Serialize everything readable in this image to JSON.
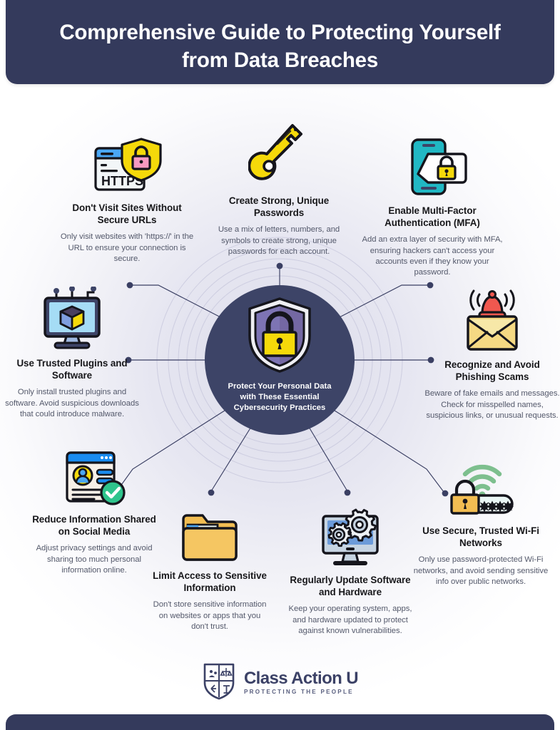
{
  "header": {
    "title": "Comprehensive Guide to Protecting Yourself from Data Breaches"
  },
  "center": {
    "text": "Protect Your Personal Data with These Essential Cybersecurity Practices",
    "icon": "shield-lock-icon"
  },
  "items": [
    {
      "id": "https",
      "icon": "https-browser-shield-icon",
      "title": "Don't Visit Sites Without Secure URLs",
      "description": "Only visit websites with 'https://' in the URL to ensure your connection is secure."
    },
    {
      "id": "passwords",
      "icon": "key-icon",
      "title": "Create Strong, Unique Passwords",
      "description": "Use a mix of letters, numbers, and symbols to create strong, unique passwords for each account."
    },
    {
      "id": "mfa",
      "icon": "phone-lock-message-icon",
      "title": "Enable Multi-Factor Authentication (MFA)",
      "description": "Add an extra layer of security with MFA, ensuring hackers can't access your accounts even if they know your password."
    },
    {
      "id": "plugins",
      "icon": "monitor-cube-icon",
      "title": "Use Trusted Plugins and Software",
      "description": "Only install trusted plugins and software. Avoid suspicious downloads that could introduce malware."
    },
    {
      "id": "phishing",
      "icon": "envelope-alert-bell-icon",
      "title": "Recognize and Avoid Phishing Scams",
      "description": "Beware of fake emails and messages. Check for misspelled names, suspicious links, or unusual requests."
    },
    {
      "id": "social",
      "icon": "profile-card-check-icon",
      "title": "Reduce Information Shared on Social Media",
      "description": "Adjust privacy settings and avoid sharing too much personal information online."
    },
    {
      "id": "folder",
      "icon": "folder-icon",
      "title": "Limit Access to Sensitive Information",
      "description": "Don't store sensitive information on websites or apps that you don't trust."
    },
    {
      "id": "update",
      "icon": "monitor-gears-icon",
      "title": "Regularly Update Software and Hardware",
      "description": "Keep your operating system, apps, and hardware updated to protect against known vulnerabilities."
    },
    {
      "id": "wifi",
      "icon": "wifi-lock-password-icon",
      "title": "Use Secure, Trusted Wi-Fi Networks",
      "description": "Only use password-protected Wi-Fi networks, and avoid sending sensitive info over public networks."
    }
  ],
  "logo": {
    "icon": "class-action-u-crest-icon",
    "name": "Class Action U",
    "tagline": "PROTECTING THE PEOPLE"
  },
  "colors": {
    "header_navy": "#343a5c",
    "center_navy": "#3d4467",
    "accent_yellow": "#f5d90a",
    "accent_teal": "#21b8c4",
    "accent_green": "#2ec48c",
    "accent_red": "#f0584f",
    "accent_blue": "#1a8cf0",
    "shield_purple": "#7b6fae",
    "body_text": "#54596b",
    "title_text": "#17171a"
  }
}
